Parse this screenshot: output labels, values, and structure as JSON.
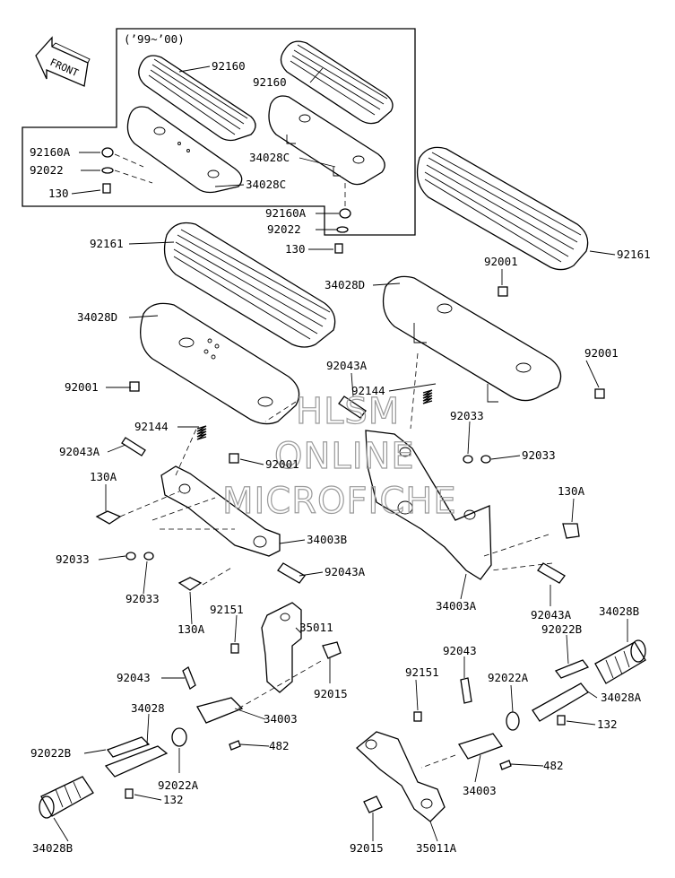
{
  "inset_caption": "(’99~’00)",
  "front_arrow_label": "FRONT",
  "watermark": [
    "HLSM",
    "ONLINE",
    "MICROFICHE"
  ],
  "callouts": [
    {
      "id": "c01",
      "text": "92160"
    },
    {
      "id": "c02",
      "text": "92160"
    },
    {
      "id": "c03",
      "text": "92160A"
    },
    {
      "id": "c04",
      "text": "92022"
    },
    {
      "id": "c05",
      "text": "130"
    },
    {
      "id": "c06",
      "text": "34028C"
    },
    {
      "id": "c07",
      "text": "34028C"
    },
    {
      "id": "c08",
      "text": "92160A"
    },
    {
      "id": "c09",
      "text": "92022"
    },
    {
      "id": "c10",
      "text": "130"
    },
    {
      "id": "c11",
      "text": "92161"
    },
    {
      "id": "c12",
      "text": "92161"
    },
    {
      "id": "c13",
      "text": "92001"
    },
    {
      "id": "c14",
      "text": "34028D"
    },
    {
      "id": "c15",
      "text": "34028D"
    },
    {
      "id": "c16",
      "text": "92001"
    },
    {
      "id": "c17",
      "text": "92001"
    },
    {
      "id": "c18",
      "text": "92043A"
    },
    {
      "id": "c19",
      "text": "92144"
    },
    {
      "id": "c20",
      "text": "92144"
    },
    {
      "id": "c21",
      "text": "92033"
    },
    {
      "id": "c22",
      "text": "92043A"
    },
    {
      "id": "c23",
      "text": "92033"
    },
    {
      "id": "c24",
      "text": "92001"
    },
    {
      "id": "c25",
      "text": "130A"
    },
    {
      "id": "c26",
      "text": "130A"
    },
    {
      "id": "c27",
      "text": "92033"
    },
    {
      "id": "c28",
      "text": "34003B"
    },
    {
      "id": "c29",
      "text": "92043A"
    },
    {
      "id": "c30",
      "text": "92033"
    },
    {
      "id": "c31",
      "text": "130A"
    },
    {
      "id": "c32",
      "text": "34003A"
    },
    {
      "id": "c33",
      "text": "92043A"
    },
    {
      "id": "c34",
      "text": "34028B"
    },
    {
      "id": "c35",
      "text": "92151"
    },
    {
      "id": "c36",
      "text": "35011"
    },
    {
      "id": "c37",
      "text": "92022B"
    },
    {
      "id": "c38",
      "text": "92043"
    },
    {
      "id": "c39",
      "text": "92015"
    },
    {
      "id": "c40",
      "text": "92043"
    },
    {
      "id": "c41",
      "text": "92151"
    },
    {
      "id": "c42",
      "text": "92022A"
    },
    {
      "id": "c43",
      "text": "34028A"
    },
    {
      "id": "c44",
      "text": "34028"
    },
    {
      "id": "c45",
      "text": "34003"
    },
    {
      "id": "c46",
      "text": "132"
    },
    {
      "id": "c47",
      "text": "482"
    },
    {
      "id": "c48",
      "text": "92022B"
    },
    {
      "id": "c49",
      "text": "92022A"
    },
    {
      "id": "c50",
      "text": "482"
    },
    {
      "id": "c51",
      "text": "132"
    },
    {
      "id": "c52",
      "text": "34003"
    },
    {
      "id": "c53",
      "text": "34028B"
    },
    {
      "id": "c54",
      "text": "92015"
    },
    {
      "id": "c55",
      "text": "35011A"
    }
  ]
}
